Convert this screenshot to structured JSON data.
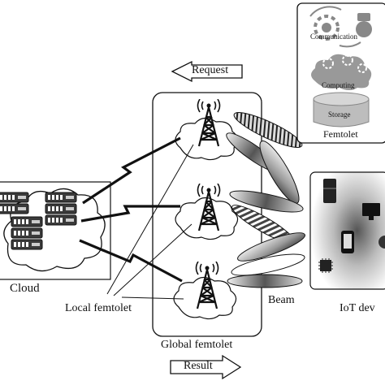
{
  "labels": {
    "request": "Request",
    "result": "Result",
    "cloud": "Cloud",
    "local_femtolet": "Local femtolet",
    "global_femtolet": "Global femtolet",
    "beam": "Beam",
    "iot_devices": "IoT dev",
    "femtolet": "Femtolet"
  },
  "femtolet_panel": {
    "communication": "Communication",
    "computing": "Computing",
    "storage": "Storage"
  },
  "icons": {
    "tower": "cell-tower-icon",
    "server": "server-rack-icon",
    "lightning": "lightning-link-icon",
    "arrow_left": "arrow-left-icon",
    "arrow_right": "arrow-right-icon",
    "gear": "gear-icon",
    "fridge": "refrigerator-icon",
    "monitor": "monitor-icon",
    "phone": "smartphone-icon",
    "chip": "microchip-icon",
    "database": "database-icon"
  },
  "colors": {
    "line": "#111111",
    "cloud_fill": "#ffffff",
    "panel_gray": "#9a9a9a"
  }
}
